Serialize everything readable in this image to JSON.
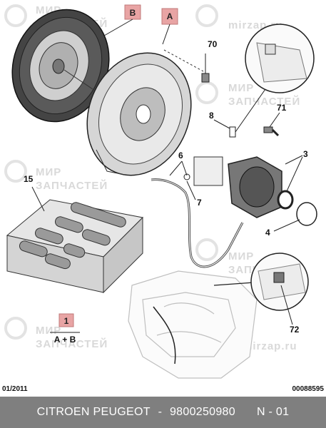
{
  "watermark": {
    "line1": "МИР",
    "line2": "ЗАПЧАСТЕЙ",
    "site": "mirzap.ru"
  },
  "callouts": {
    "A": "A",
    "B": "B",
    "n70": "70",
    "n71": "71",
    "n8": "8",
    "n6": "6",
    "n7": "7",
    "n3": "3",
    "n4": "4",
    "n15": "15",
    "n72": "72",
    "n1": "1",
    "ab": "A + B"
  },
  "footer": {
    "date": "01/2011",
    "ref": "00088595"
  },
  "bottom_bar": {
    "brand": "CITROEN PEUGEOT",
    "sep": " - ",
    "part_number": "9800250980",
    "page": "N - 01"
  },
  "colors": {
    "badge_red": "#e8a4a4",
    "bar_gray": "#7f7f7f"
  }
}
